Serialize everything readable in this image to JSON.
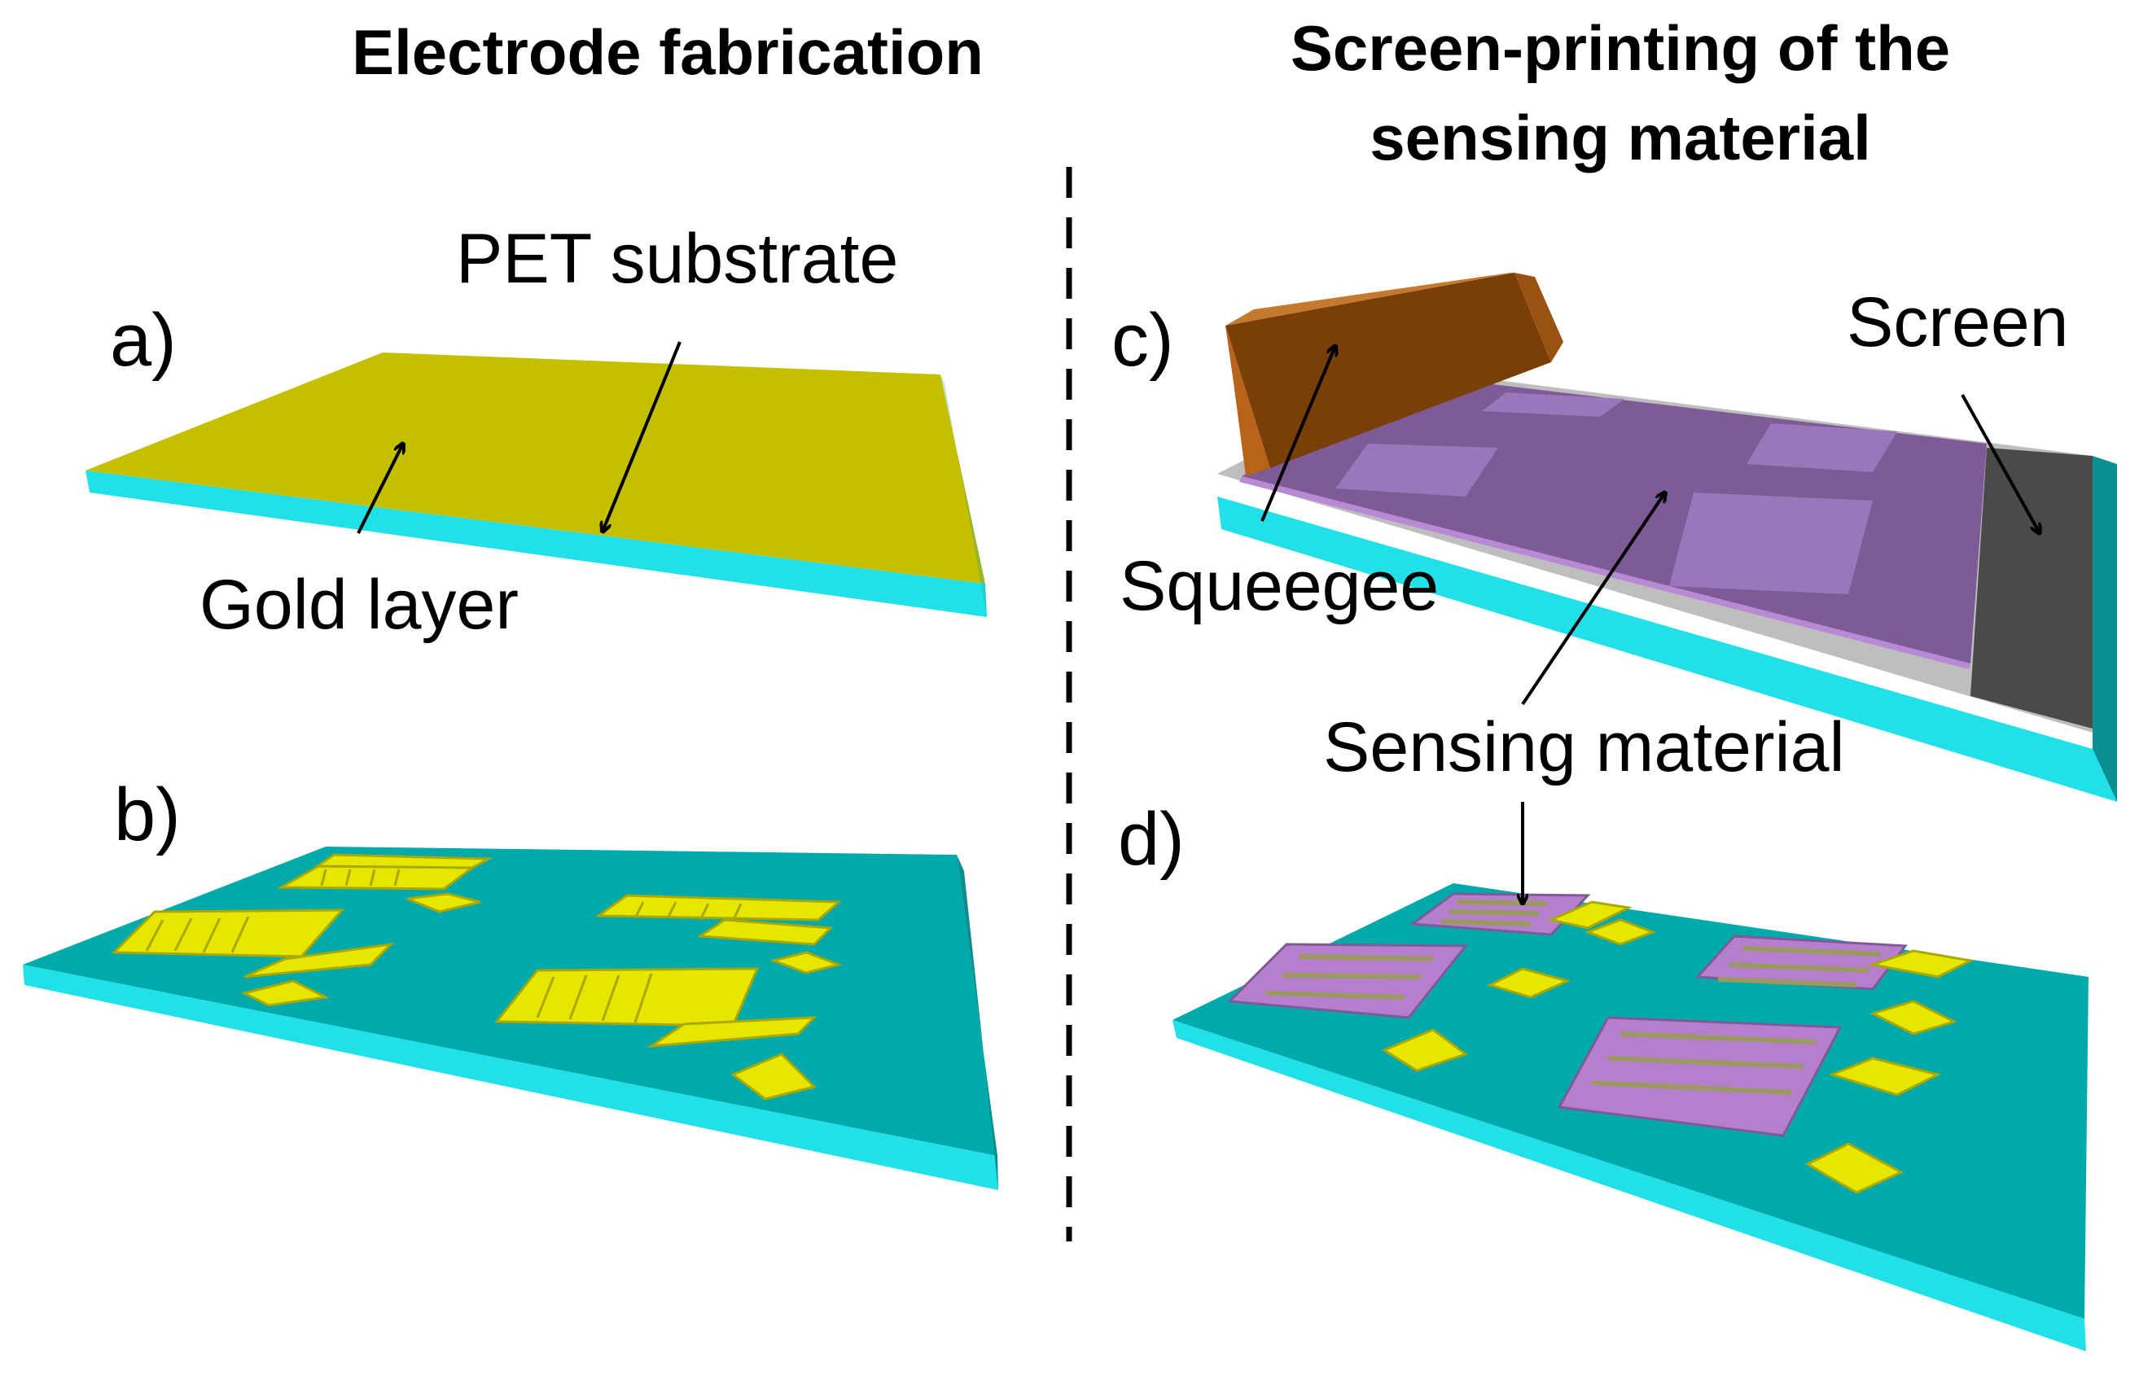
{
  "headings": {
    "left": "Electrode fabrication",
    "right_line1": "Screen-printing of the",
    "right_line2": "sensing material"
  },
  "panels": {
    "a": "a)",
    "b": "b)",
    "c": "c)",
    "d": "d)"
  },
  "labels": {
    "pet_substrate": "PET substrate",
    "gold_layer": "Gold layer",
    "screen": "Screen",
    "squeegee": "Squeegee",
    "sensing_material": "Sensing material"
  },
  "colors": {
    "substrate_top": "#00AAAA",
    "substrate_edge": "#22E0E8",
    "gold_film": "#C4C000",
    "gold_electrode": "#E6E600",
    "gold_electrode_side": "#A8A800",
    "screen_purple": "#7E5A96",
    "screen_purple_light": "#9A76BB",
    "screen_frame": "#4A4A4A",
    "screen_silver": "#BEBEBE",
    "squeegee": "#A9590F",
    "sensing_pad": "#B67FCD"
  }
}
